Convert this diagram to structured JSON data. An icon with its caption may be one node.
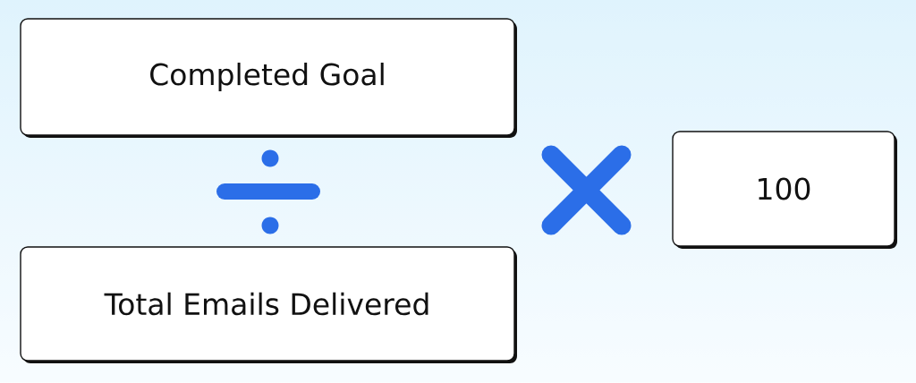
{
  "diagram": {
    "nodes": [
      {
        "text": [
          "Completed Goal"
        ]
      },
      {
        "text": [
          "Total Emails Delivered"
        ]
      },
      {
        "text": [
          "100"
        ]
      }
    ]
  }
}
